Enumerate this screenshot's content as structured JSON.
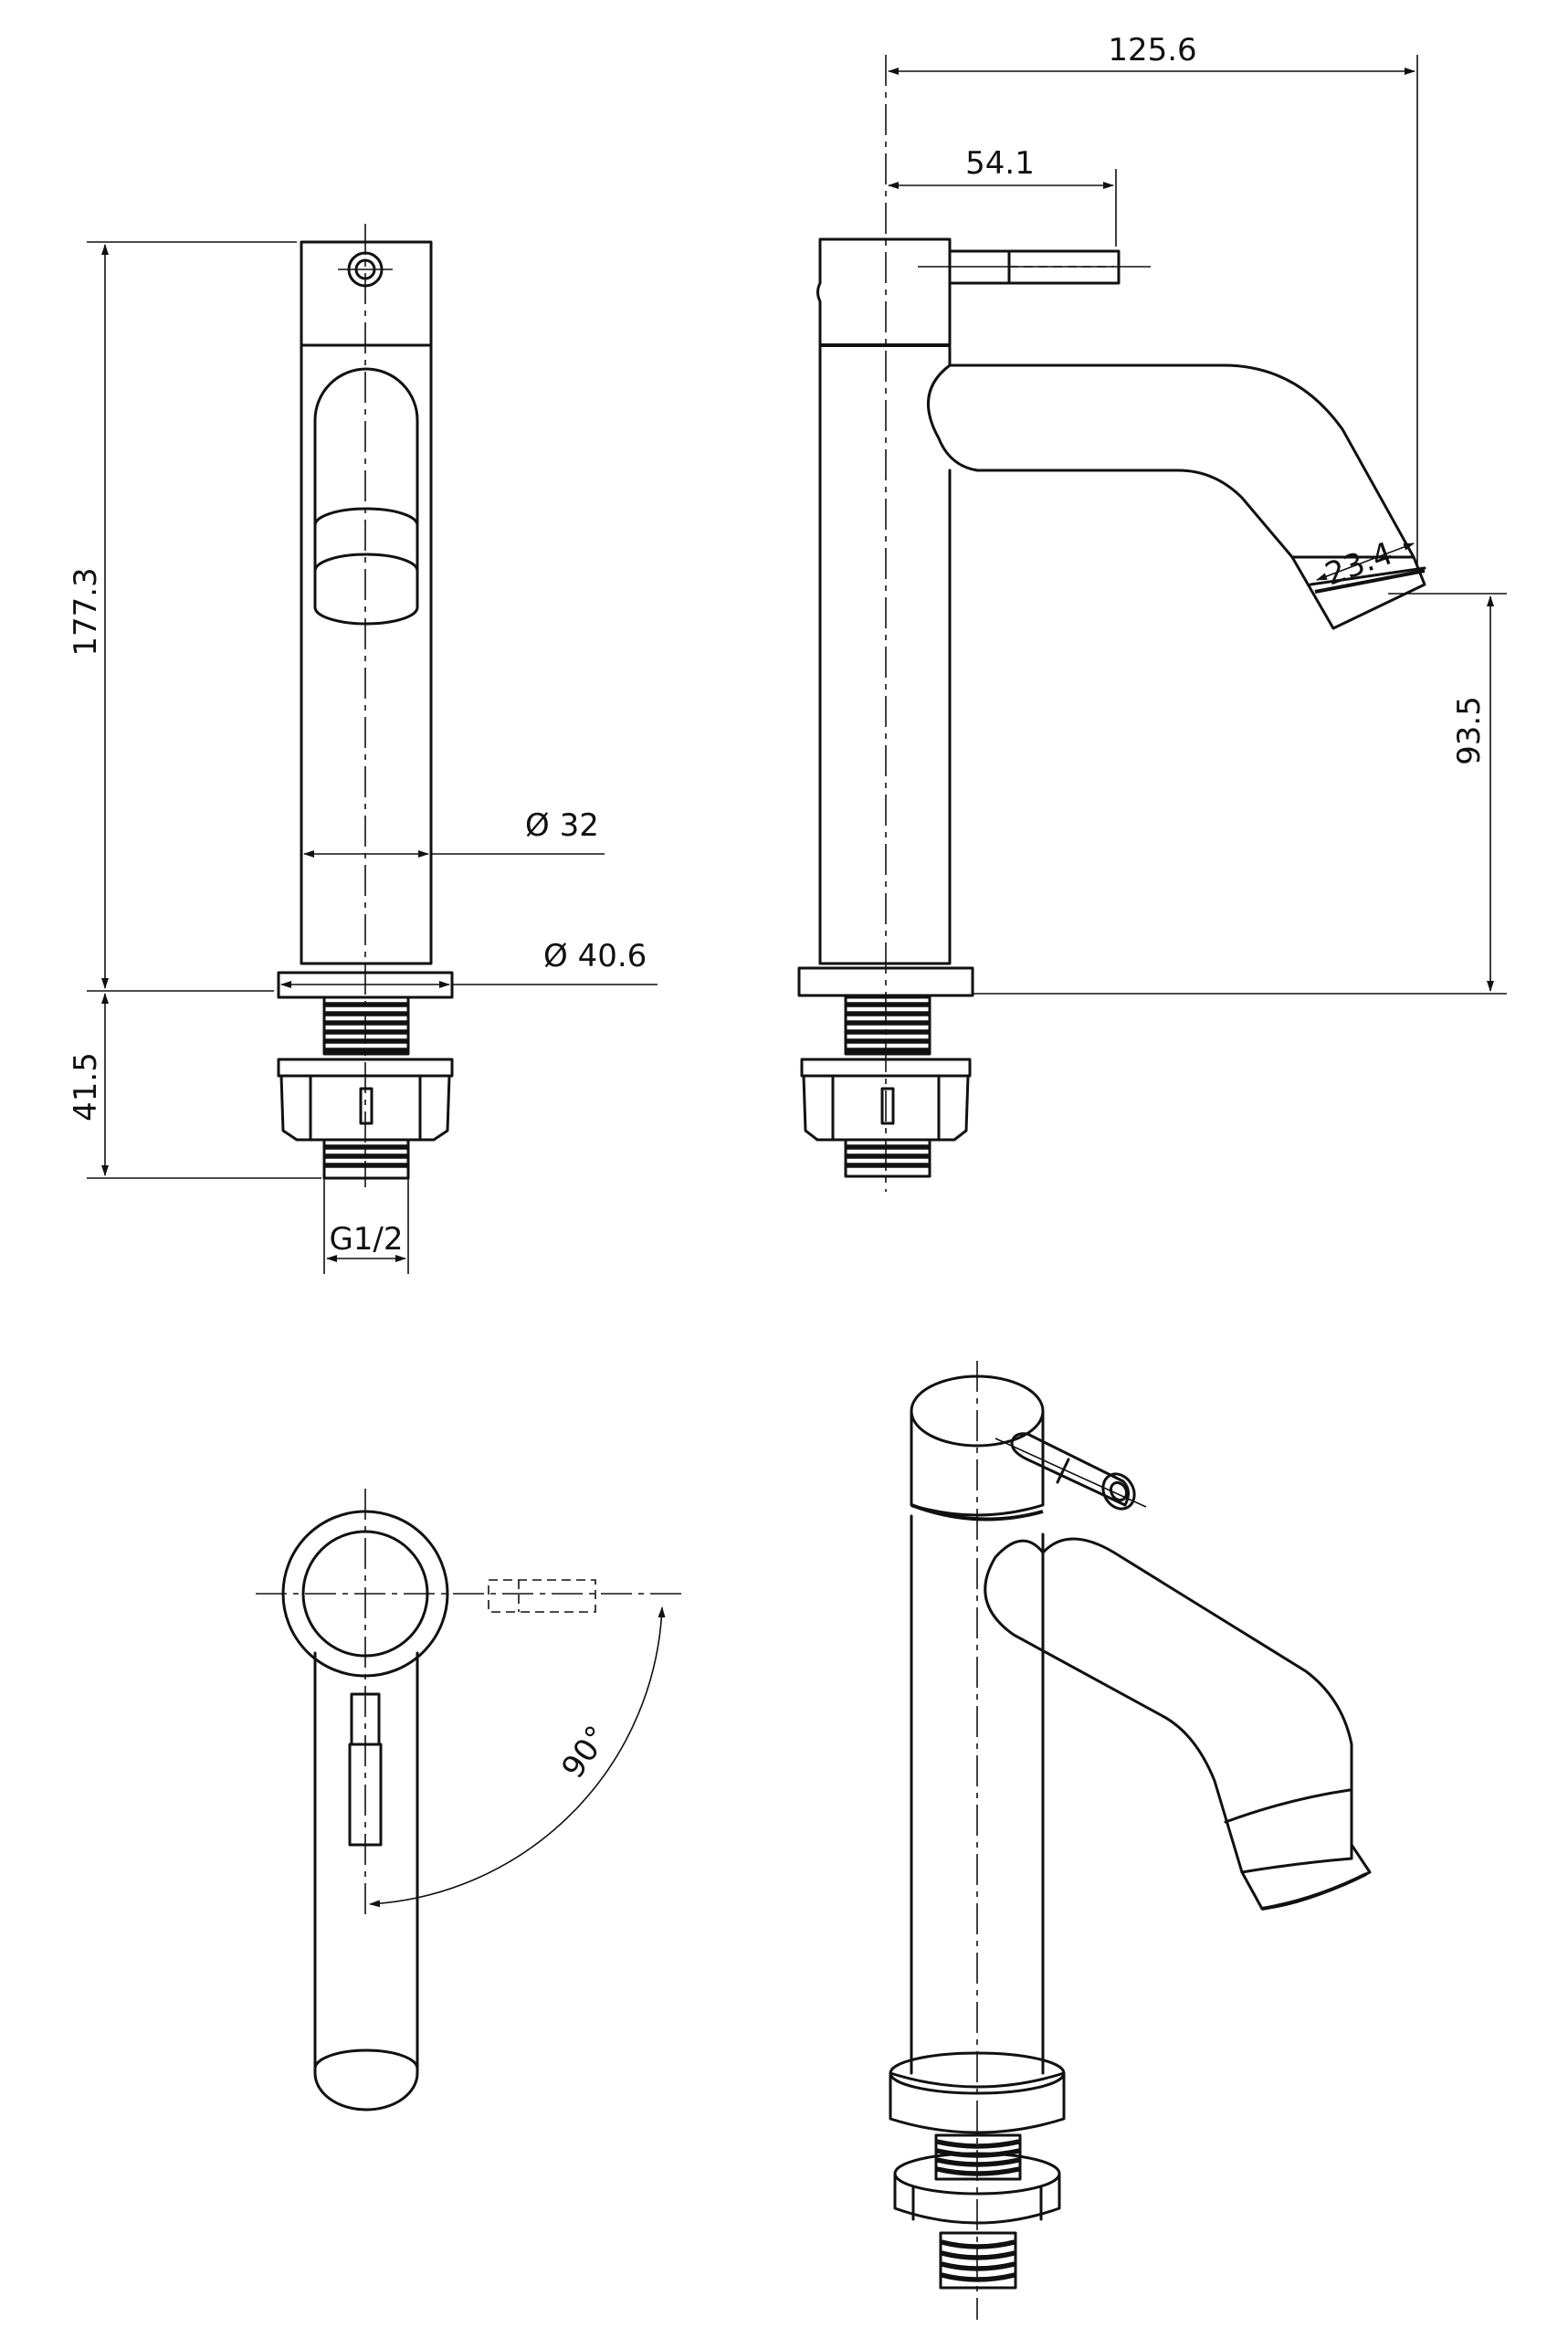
{
  "drawing": {
    "views": [
      "front-view",
      "side-view",
      "top-view",
      "isometric-view"
    ],
    "dimensions": {
      "overall_length": "125.6",
      "handle_offset": "54.1",
      "body_height": "177.3",
      "body_diameter": "Ø 32",
      "base_diameter": "Ø 40.6",
      "spout_height": "93.5",
      "outlet_diameter": "23.4",
      "thread_length": "41.5",
      "thread_size": "G1/2",
      "handle_rotation": "90°"
    }
  }
}
